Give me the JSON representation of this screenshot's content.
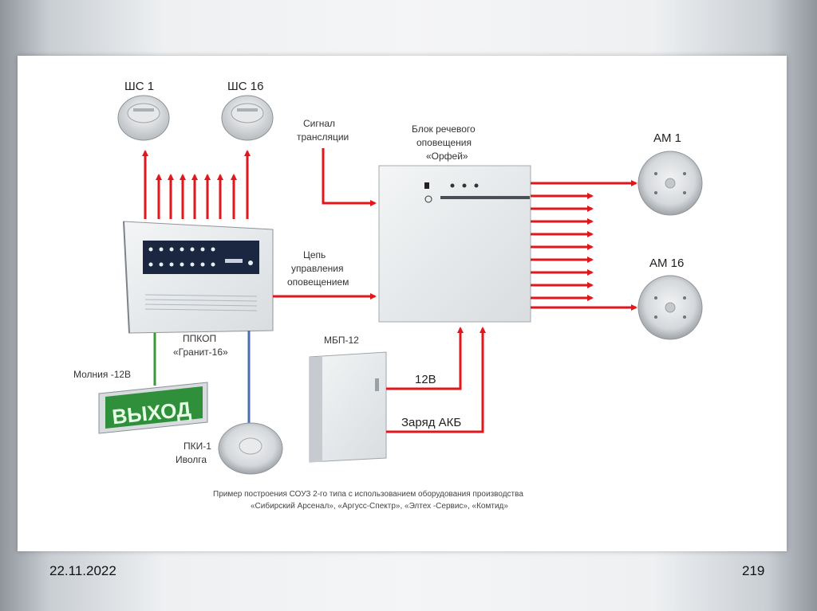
{
  "slide": {
    "date": "22.11.2022",
    "page_number": "219"
  },
  "diagram": {
    "detector_1": "ШС 1",
    "detector_16": "ШС 16",
    "signal_label_1": "Сигнал",
    "signal_label_2": "трансляции",
    "orfey_label_1": "Блок речевого",
    "orfey_label_2": "оповещения",
    "orfey_label_3": "«Орфей»",
    "am_1": "АМ 1",
    "am_16": "АМ 16",
    "chain_label_1": "Цепь",
    "chain_label_2": "управления",
    "chain_label_3": "оповещением",
    "ppkop_label_1": "ППКОП",
    "ppkop_label_2": "«Гранит-16»",
    "mbp_label": "МБП-12",
    "molnia_label": "Молния -12В",
    "exit_sign_text": "ВЫХОД",
    "v12_label": "12В",
    "charge_label": "Заряд АКБ",
    "pki_label_1": "ПКИ-1",
    "pki_label_2": "Иволга",
    "caption_line_1": "Пример построения СОУЗ 2-го типа с использованием оборудования производства",
    "caption_line_2": "«Сибирский Арсенал», «Аргусс-Спектр», «Элтех -Сервис», «Комтид»"
  },
  "colors": {
    "arrow_red": "#e3161b",
    "wire_green": "#3a9a3a",
    "wire_blue": "#4a6fb0",
    "exit_green": "#2f8f3a"
  }
}
